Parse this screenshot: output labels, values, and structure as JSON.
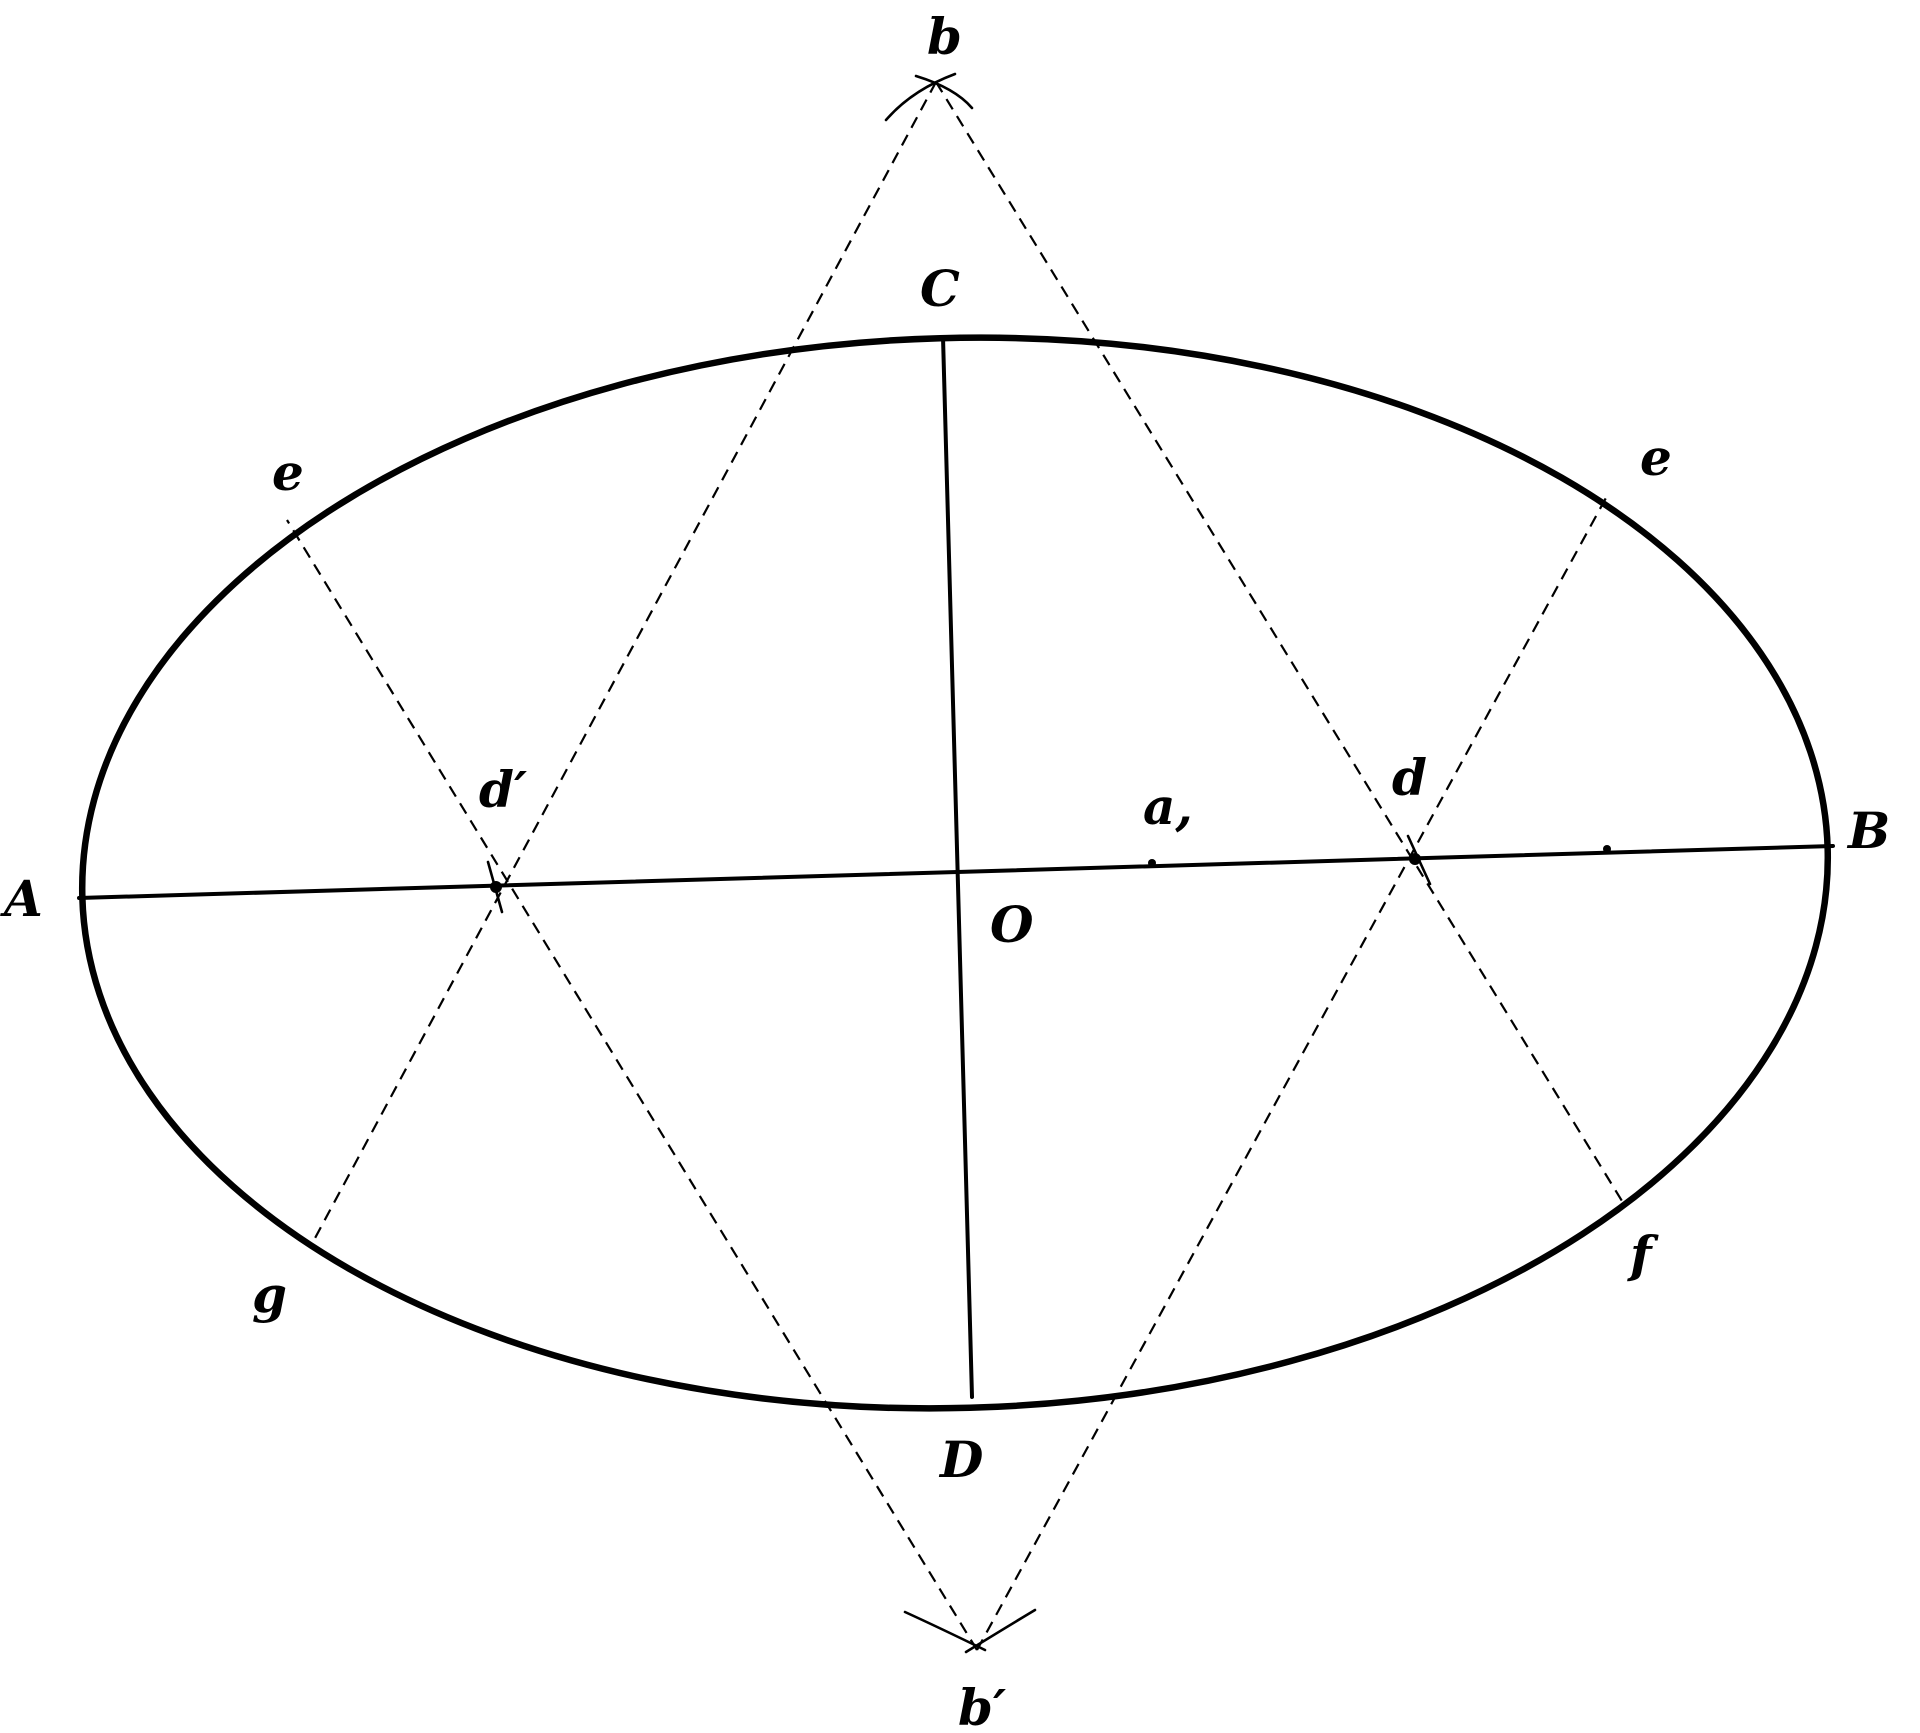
{
  "figure": {
    "labels": {
      "A": "A",
      "B": "B",
      "C": "C",
      "D": "D",
      "O": "O",
      "a": "a,",
      "b": "b",
      "b_prime": "b′",
      "d": "d",
      "d_prime": "d′",
      "e_left": "e",
      "e_right": "e",
      "f": "f",
      "g": "g"
    },
    "colors": {
      "ink": "#000000",
      "paper": "#ffffff"
    }
  }
}
